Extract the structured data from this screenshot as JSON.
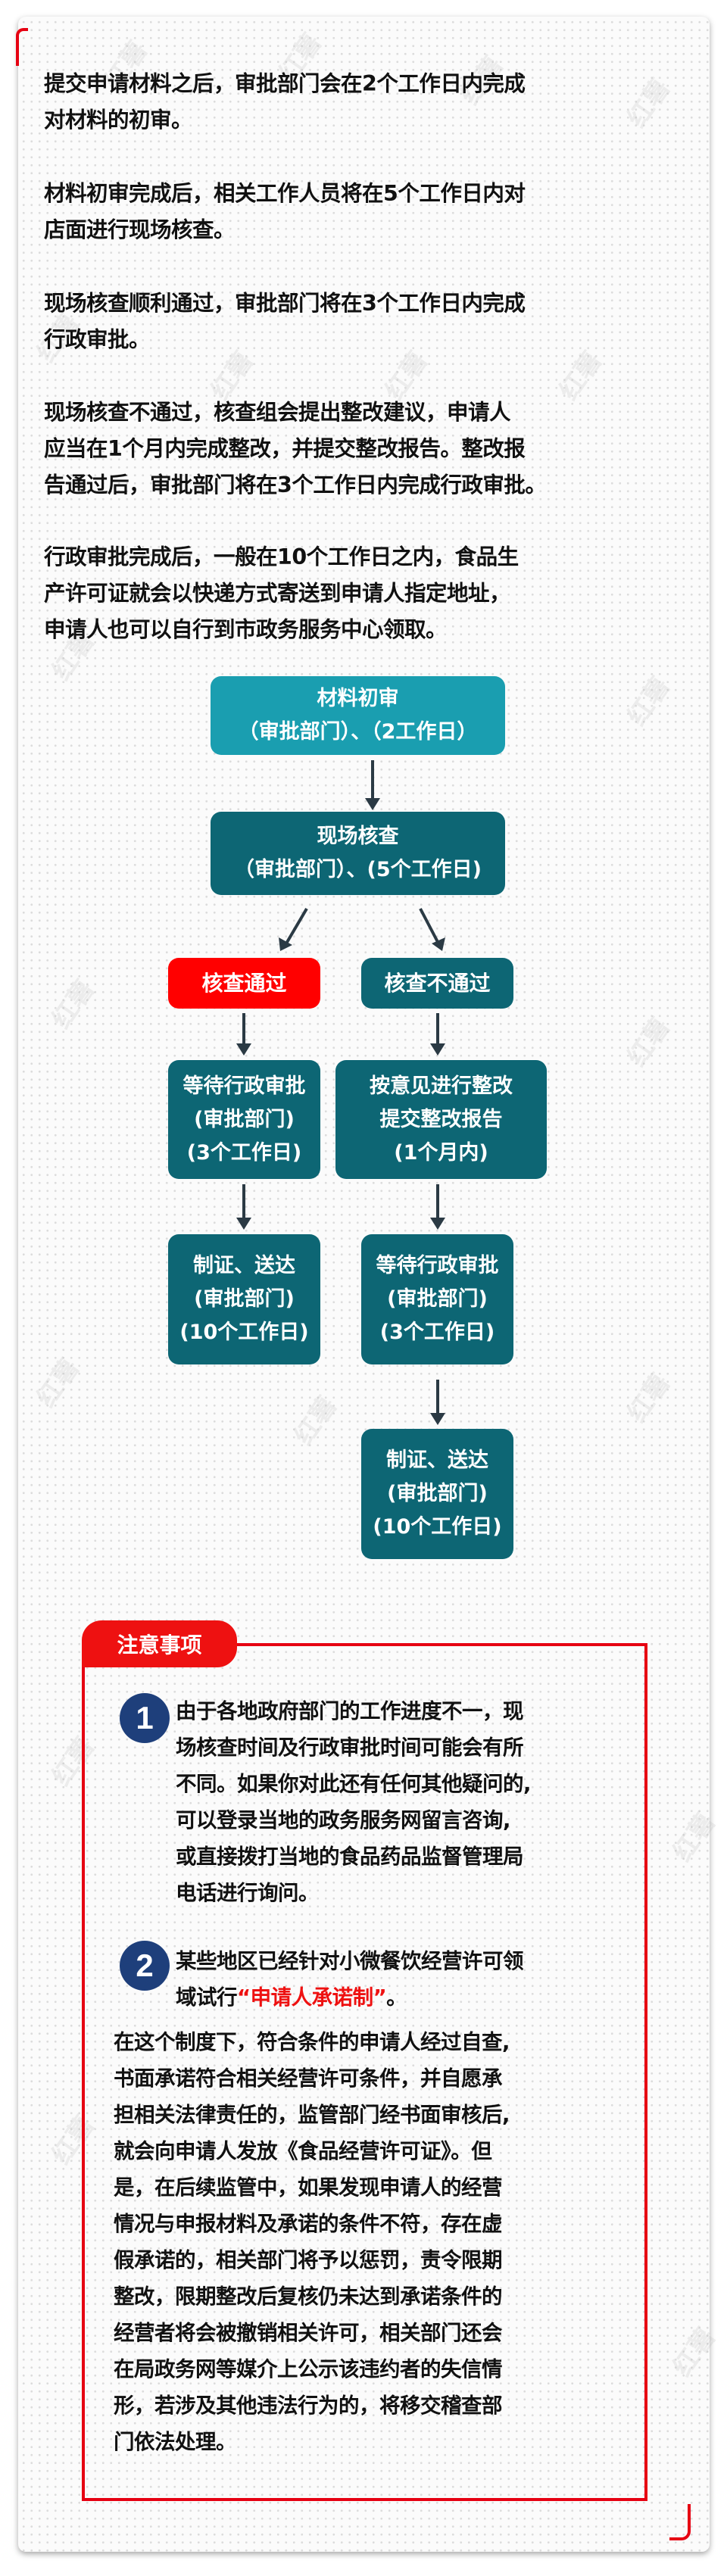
{
  "watermark": {
    "text": "红薯"
  },
  "intro_paragraphs": [
    {
      "lines": [
        "提交申请材料之后，审批部门会在2个工作日内完成",
        "对材料的初审。"
      ]
    },
    {
      "lines": [
        "材料初审完成后，相关工作人员将在5个工作日内对",
        "店面进行现场核查。"
      ]
    },
    {
      "lines": [
        "现场核查顺利通过，审批部门将在3个工作日内完成",
        "行政审批。"
      ]
    },
    {
      "lines": [
        "现场核查不通过，核查组会提出整改建议，申请人",
        "应当在1个月内完成整改，并提交整改报告。整改报",
        "告通过后，审批部门将在3个工作日内完成行政审批。"
      ]
    },
    {
      "lines": [
        "行政审批完成后，一般在10个工作日之内，食品生",
        "产许可证就会以快递方式寄送到申请人指定地址，",
        "申请人也可以自行到市政务服务中心领取。"
      ]
    }
  ],
  "flowchart": {
    "colors": {
      "teal_light": "#1a9eb0",
      "teal_dark": "#0d6674",
      "red": "#ff0000",
      "arrow": "#2b3a44"
    },
    "step_initial_review": {
      "line1": "材料初审",
      "line2": "（审批部门）、（2工作日）"
    },
    "step_site_inspection": {
      "line1": "现场核查",
      "line2": "（审批部门）、(5个工作日)"
    },
    "branch_pass": {
      "label": "核查通过"
    },
    "branch_fail": {
      "label": "核查不通过"
    },
    "pass_wait_approval": {
      "line1": "等待行政审批",
      "line2": "(审批部门)",
      "line3": "(3个工作日)"
    },
    "fail_rectify": {
      "line1": "按意见进行整改",
      "line2": "提交整改报告",
      "line3": "(1个月内)"
    },
    "pass_issue_deliver": {
      "line1": "制证、送达",
      "line2": "(审批部门)",
      "line3": "(10个工作日)"
    },
    "fail_wait_approval": {
      "line1": "等待行政审批",
      "line2": "(审批部门)",
      "line3": "(3个工作日)"
    },
    "fail_issue_deliver": {
      "line1": "制证、送达",
      "line2": "(审批部门)",
      "line3": "(10个工作日)"
    }
  },
  "notice": {
    "title": "注意事项",
    "accent_color": "#e60012",
    "badge_color": "#1e3f7b",
    "items": [
      {
        "number": "1",
        "lines": [
          "由于各地政府部门的工作进度不一，现",
          "场核查时间及行政审批时间可能会有所",
          "不同。如果你对此还有任何其他疑问的,",
          "可以登录当地的政务服务网留言咨询,",
          "或直接拨打当地的食品药品监督管理局",
          "电话进行询问。"
        ]
      },
      {
        "number": "2",
        "line1": "某些地区已经针对小微餐饮经营许可领",
        "line2_prefix": "域试行",
        "line2_highlight": "“申请人承诺制”",
        "line2_suffix": "。"
      }
    ],
    "detail_lines": [
      "在这个制度下，符合条件的申请人经过自查,",
      "书面承诺符合相关经营许可条件，并自愿承",
      "担相关法律责任的，监管部门经书面审核后,",
      "就会向申请人发放《食品经营许可证》。但",
      "是，在后续监管中，如果发现申请人的经营",
      "情况与申报材料及承诺的条件不符，存在虚",
      "假承诺的，相关部门将予以惩罚，责令限期",
      "整改，限期整改后复核仍未达到承诺条件的",
      "经营者将会被撤销相关许可，相关部门还会",
      "在局政务网等媒介上公示该违约者的失信情",
      "形，若涉及其他违法行为的，将移交稽查部",
      "门依法处理。"
    ]
  }
}
